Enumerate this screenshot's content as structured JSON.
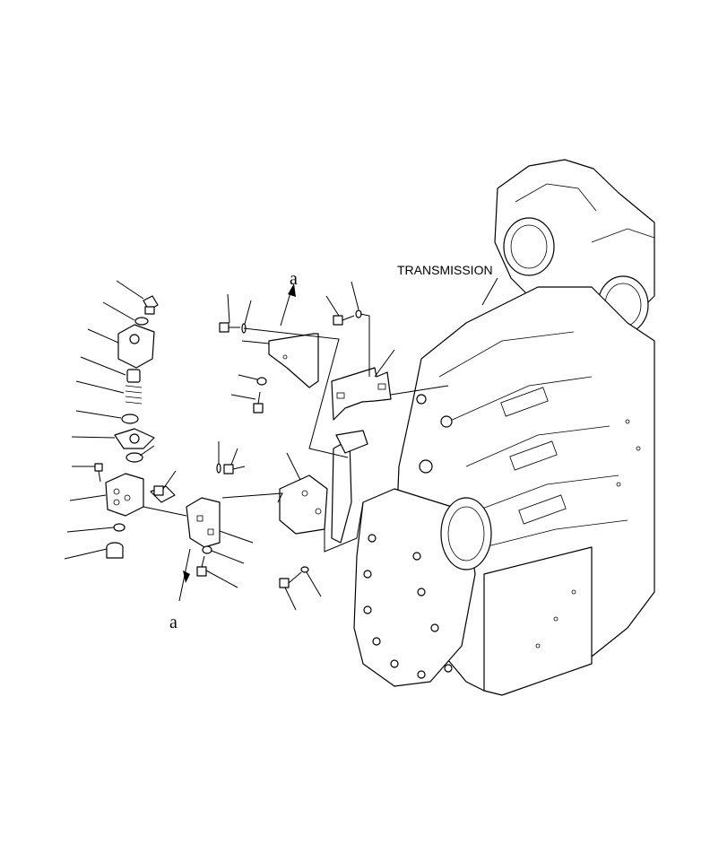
{
  "diagram": {
    "labels": {
      "transmission": "TRANSMISSION",
      "arrow_top": "a",
      "arrow_bottom": "a"
    },
    "colors": {
      "line": "#000000",
      "background": "#ffffff"
    }
  }
}
